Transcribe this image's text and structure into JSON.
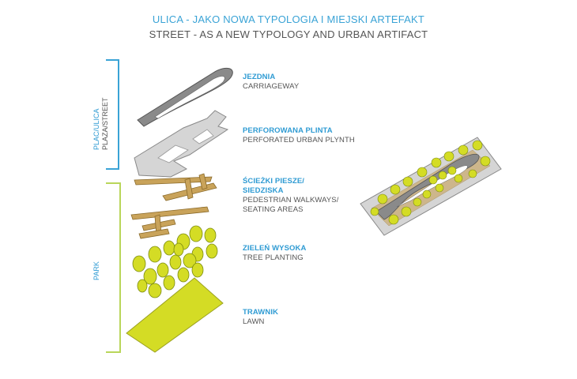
{
  "header": {
    "title_pl": "ULICA - JAKO NOWA TYPOLOGIA I  MIEJSKI ARTEFAKT",
    "title_en": "STREET - AS A NEW TYPOLOGY AND URBAN ARTIFACT"
  },
  "groups": {
    "plaza_pl": "PLAC/ULICA",
    "plaza_en": "PLAZA/STREET",
    "park": "PARK"
  },
  "layers": [
    {
      "pl": "JEZDNIA",
      "en": "CARRIAGEWAY"
    },
    {
      "pl": "PERFOROWANA PLINTA",
      "en": "PERFORATED URBAN PLYNTH"
    },
    {
      "pl": "ŚCIEŻKI PIESZE/",
      "pl2": "SIEDZISKA",
      "en": "PEDESTRIAN WALKWAYS/",
      "en2": "SEATING AREAS"
    },
    {
      "pl": "ZIELEŃ WYSOKA",
      "en": "TREE PLANTING"
    },
    {
      "pl": "TRAWNIK",
      "en": "LAWN"
    }
  ],
  "colors": {
    "accent_blue": "#3aa3d6",
    "lime": "#d4dc25",
    "bracket_green": "#b9d65a",
    "gray_dark": "#8a8a8a",
    "gray_light": "#d5d5d5",
    "wood": "#c9a35a"
  }
}
